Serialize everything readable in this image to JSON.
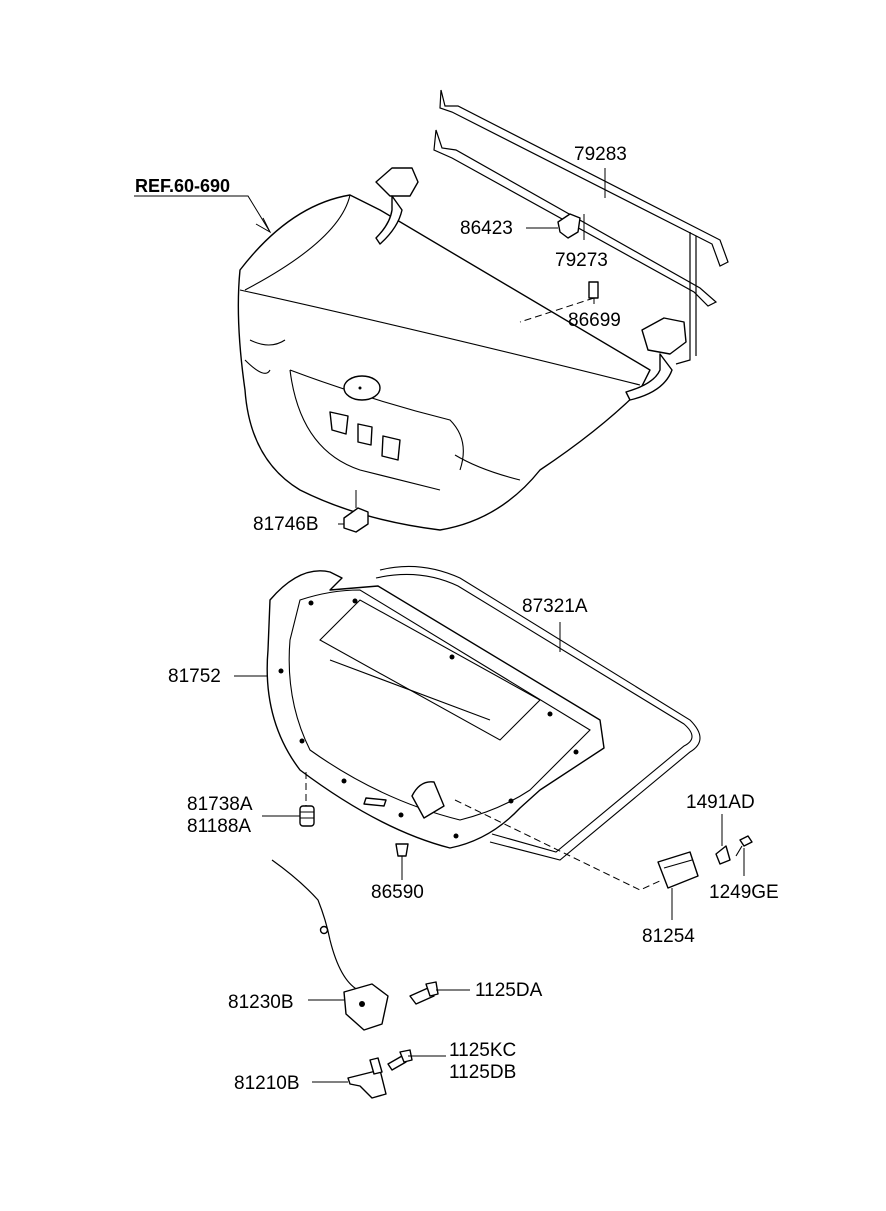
{
  "ref_label": "REF.60-690",
  "callouts": {
    "c79283": "79283",
    "c86423": "86423",
    "c79273": "79273",
    "c86699": "86699",
    "c81746B": "81746B",
    "c87321A": "87321A",
    "c81752": "81752",
    "c81738A": "81738A",
    "c81188A": "81188A",
    "c86590": "86590",
    "c1491AD": "1491AD",
    "c1249GE": "1249GE",
    "c81254": "81254",
    "c81230B": "81230B",
    "c1125DA": "1125DA",
    "c1125KC": "1125KC",
    "c1125DB": "1125DB",
    "c81210B": "81210B"
  }
}
